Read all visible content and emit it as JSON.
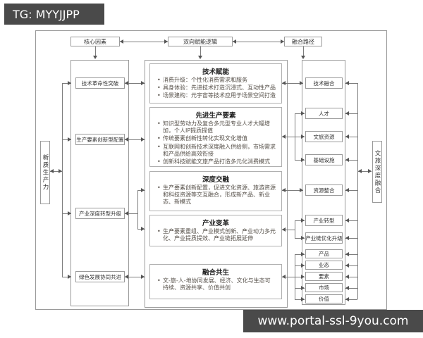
{
  "badge": {
    "text": "TG: MYYJJPP"
  },
  "watermark": {
    "text": "www.portal-ssl-9you.com"
  },
  "colors": {
    "badge_bg": "#4a4a4a",
    "line": "#7d7d7d",
    "border": "#9a9a9a",
    "text": "#333333"
  },
  "diagram": {
    "top_row": [
      {
        "label": "核心因素"
      },
      {
        "label": "双向赋能逻辑"
      },
      {
        "label": "融合路径"
      }
    ],
    "left_axis": {
      "label": "新质生产力"
    },
    "right_axis": {
      "label": "文旅深度融合"
    },
    "left_column": [
      {
        "label": "技术革命性突破"
      },
      {
        "label": "生产要素创新型配置"
      },
      {
        "label": "产业深度转型升级"
      },
      {
        "label": "绿色发展协同共进"
      }
    ],
    "sections": [
      {
        "title": "技术赋能",
        "bullets": [
          "消费升级：个性化消费需求和服务",
          "具身体验：先进技术打造沉浸式、互动性产品",
          "场景建构：元宇宙等技术应用于场景空间打造"
        ]
      },
      {
        "title": "先进生产要素",
        "bullets": [
          "知识型劳动力及复合多元型专业人才大幅增加，个人IP提质提值",
          "传统要素创新性转化实现文化增值",
          "互联网和创新技术深度融入供给侧，市场需求和产品供给高效衔接",
          "创新科技赋能文旅产品打造多元化消费模式"
        ]
      },
      {
        "title": "深度交融",
        "bullets": [
          "生产要素创新配置，促进文化资源、旅游资源和科技资源等交互融合，形成新产品、新业态、新模式"
        ]
      },
      {
        "title": "产业变革",
        "bullets": [
          "生产要素重组、产业模式创新、产业动力多元化、产业提质提效、产业链拓展延伸"
        ]
      },
      {
        "title": "融合共生",
        "bullets": [
          "文-旅-人-地协同发展、经济、文化与生态可持续、资源共享、价值共创"
        ]
      }
    ],
    "right_column": [
      {
        "label": "技术融合"
      },
      {
        "label": "人才"
      },
      {
        "label": "文旅资源"
      },
      {
        "label": "基础设施"
      },
      {
        "label": "资源整合"
      },
      {
        "label": "产业转型"
      },
      {
        "label": "产业链优化升级"
      },
      {
        "label": "产品"
      },
      {
        "label": "业态"
      },
      {
        "label": "要素"
      },
      {
        "label": "市场"
      },
      {
        "label": "价值"
      }
    ]
  }
}
